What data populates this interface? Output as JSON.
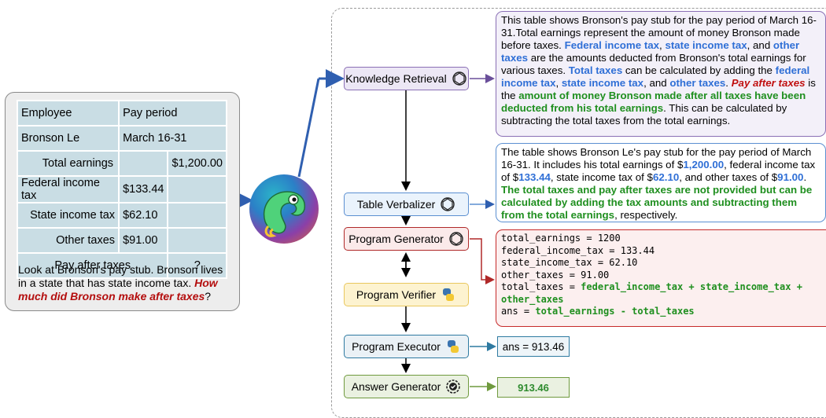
{
  "table": {
    "rows": [
      {
        "label": "Employee",
        "value": "Pay period",
        "extra": ""
      },
      {
        "label": "Bronson Le",
        "value": "March 16-31",
        "extra": ""
      },
      {
        "label": "Total earnings",
        "value": "",
        "extra": "$1,200.00"
      },
      {
        "label": "Federal income tax",
        "value": "$133.44",
        "extra": ""
      },
      {
        "label": "State income tax",
        "value": "$62.10",
        "extra": ""
      },
      {
        "label": "Other taxes",
        "value": "$91.00",
        "extra": ""
      },
      {
        "label": "Pay after taxes",
        "value": "",
        "extra": "?"
      }
    ]
  },
  "question": {
    "plain": "Look at Bronson's pay stub. Bronson lives in a state that has state income tax. ",
    "highlight": "How much did Bronson make after taxes",
    "end": "?"
  },
  "modules": {
    "knowledge_retrieval": "Knowledge Retrieval",
    "table_verbalizer": "Table Verbalizer",
    "program_generator": "Program Generator",
    "program_verifier": "Program Verifier",
    "program_executor": "Program Executor",
    "answer_generator": "Answer Generator"
  },
  "knowledge": {
    "t1": "This table shows Bronson's pay stub for the pay period of March 16-31.Total earnings represent the amount of money Bronson made before taxes. ",
    "b1": "Federal income tax",
    "t2": ", ",
    "b2": "state income tax",
    "t3": ", and ",
    "b3": "other taxes",
    "t4": " are the amounts deducted from Bronson's total earnings for various taxes. ",
    "b4": "Total taxes",
    "t5": " can be calculated by adding the ",
    "b5": "federal income tax",
    "t6": ", ",
    "b6": "state income tax",
    "t7": ", and ",
    "b7": "other taxes",
    "t8": ". ",
    "r1": "Pay after taxes",
    "t9": " is the ",
    "g1": "amount of money Bronson made after all taxes have been deducted from his total earnings",
    "t10": ". This can be calculated by subtracting the total taxes from the total earnings."
  },
  "verbalizer": {
    "t1": "The table shows Bronson Le's pay stub for the pay period of March 16-31. It includes his total earnings of $",
    "b1": "1,200.00",
    "t2": ", federal income tax of $",
    "b2": "133.44",
    "t3": ", state income tax of $",
    "b3": "62.10",
    "t4": ", and other taxes of $",
    "b4": "91.00",
    "t5": ". ",
    "g1": "The total taxes and pay after taxes are not provided but can be calculated by adding the tax amounts and subtracting them from the total earnings",
    "t6": ", respectively."
  },
  "program": {
    "line1": "total_earnings = 1200",
    "line2": "federal_income_tax = 133.44",
    "line3": "state_income_tax = 62.10",
    "line4": "other_taxes = 91.00",
    "line5_a": "total_taxes = ",
    "line5_b": "federal_income_tax + state_income_tax + other_taxes",
    "line6_a": "ans = ",
    "line6_b": "total_earnings - total_taxes"
  },
  "executor_output": "ans = 913.46",
  "answer_output": "913.46",
  "colors": {
    "blue": "#2f6fd6",
    "green": "#1f8f1f",
    "red": "#c00f0f"
  }
}
